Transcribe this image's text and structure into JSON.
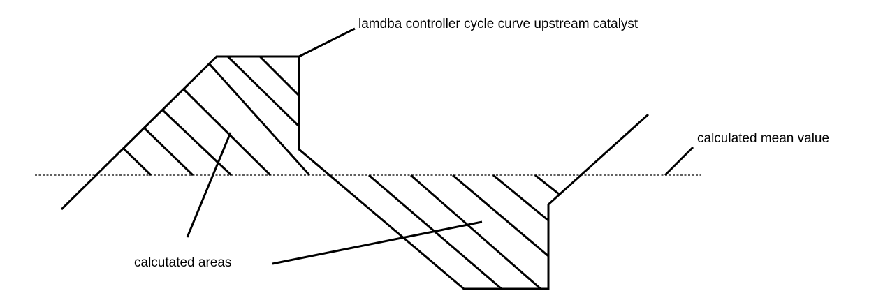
{
  "diagram": {
    "labels": {
      "curve": "lamdba controller cycle curve upstream catalyst",
      "mean": "calculated mean value",
      "areas": "calcutated areas"
    },
    "colors": {
      "line": "#000000",
      "background": "#ffffff"
    }
  }
}
